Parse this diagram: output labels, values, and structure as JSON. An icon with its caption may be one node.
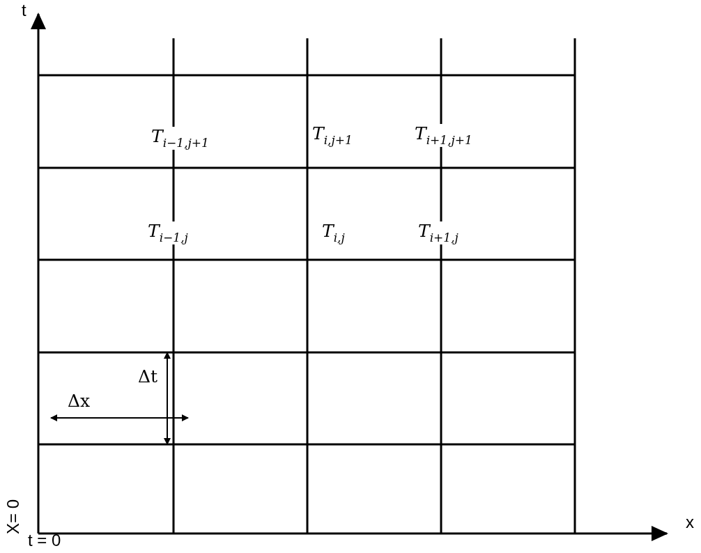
{
  "diagram": {
    "labels": [
      "t",
      "T$_{i−1,j+1}$",
      "T$_{i,j+1}$",
      "T$_{i+1,j+1}$",
      "T$_{i−1,j}$",
      "T$_{i,j}$",
      "T$_{i+1,j}$",
      "Δt",
      "Δx",
      "X= 0",
      "t = 0",
      "x"
    ]
  }
}
